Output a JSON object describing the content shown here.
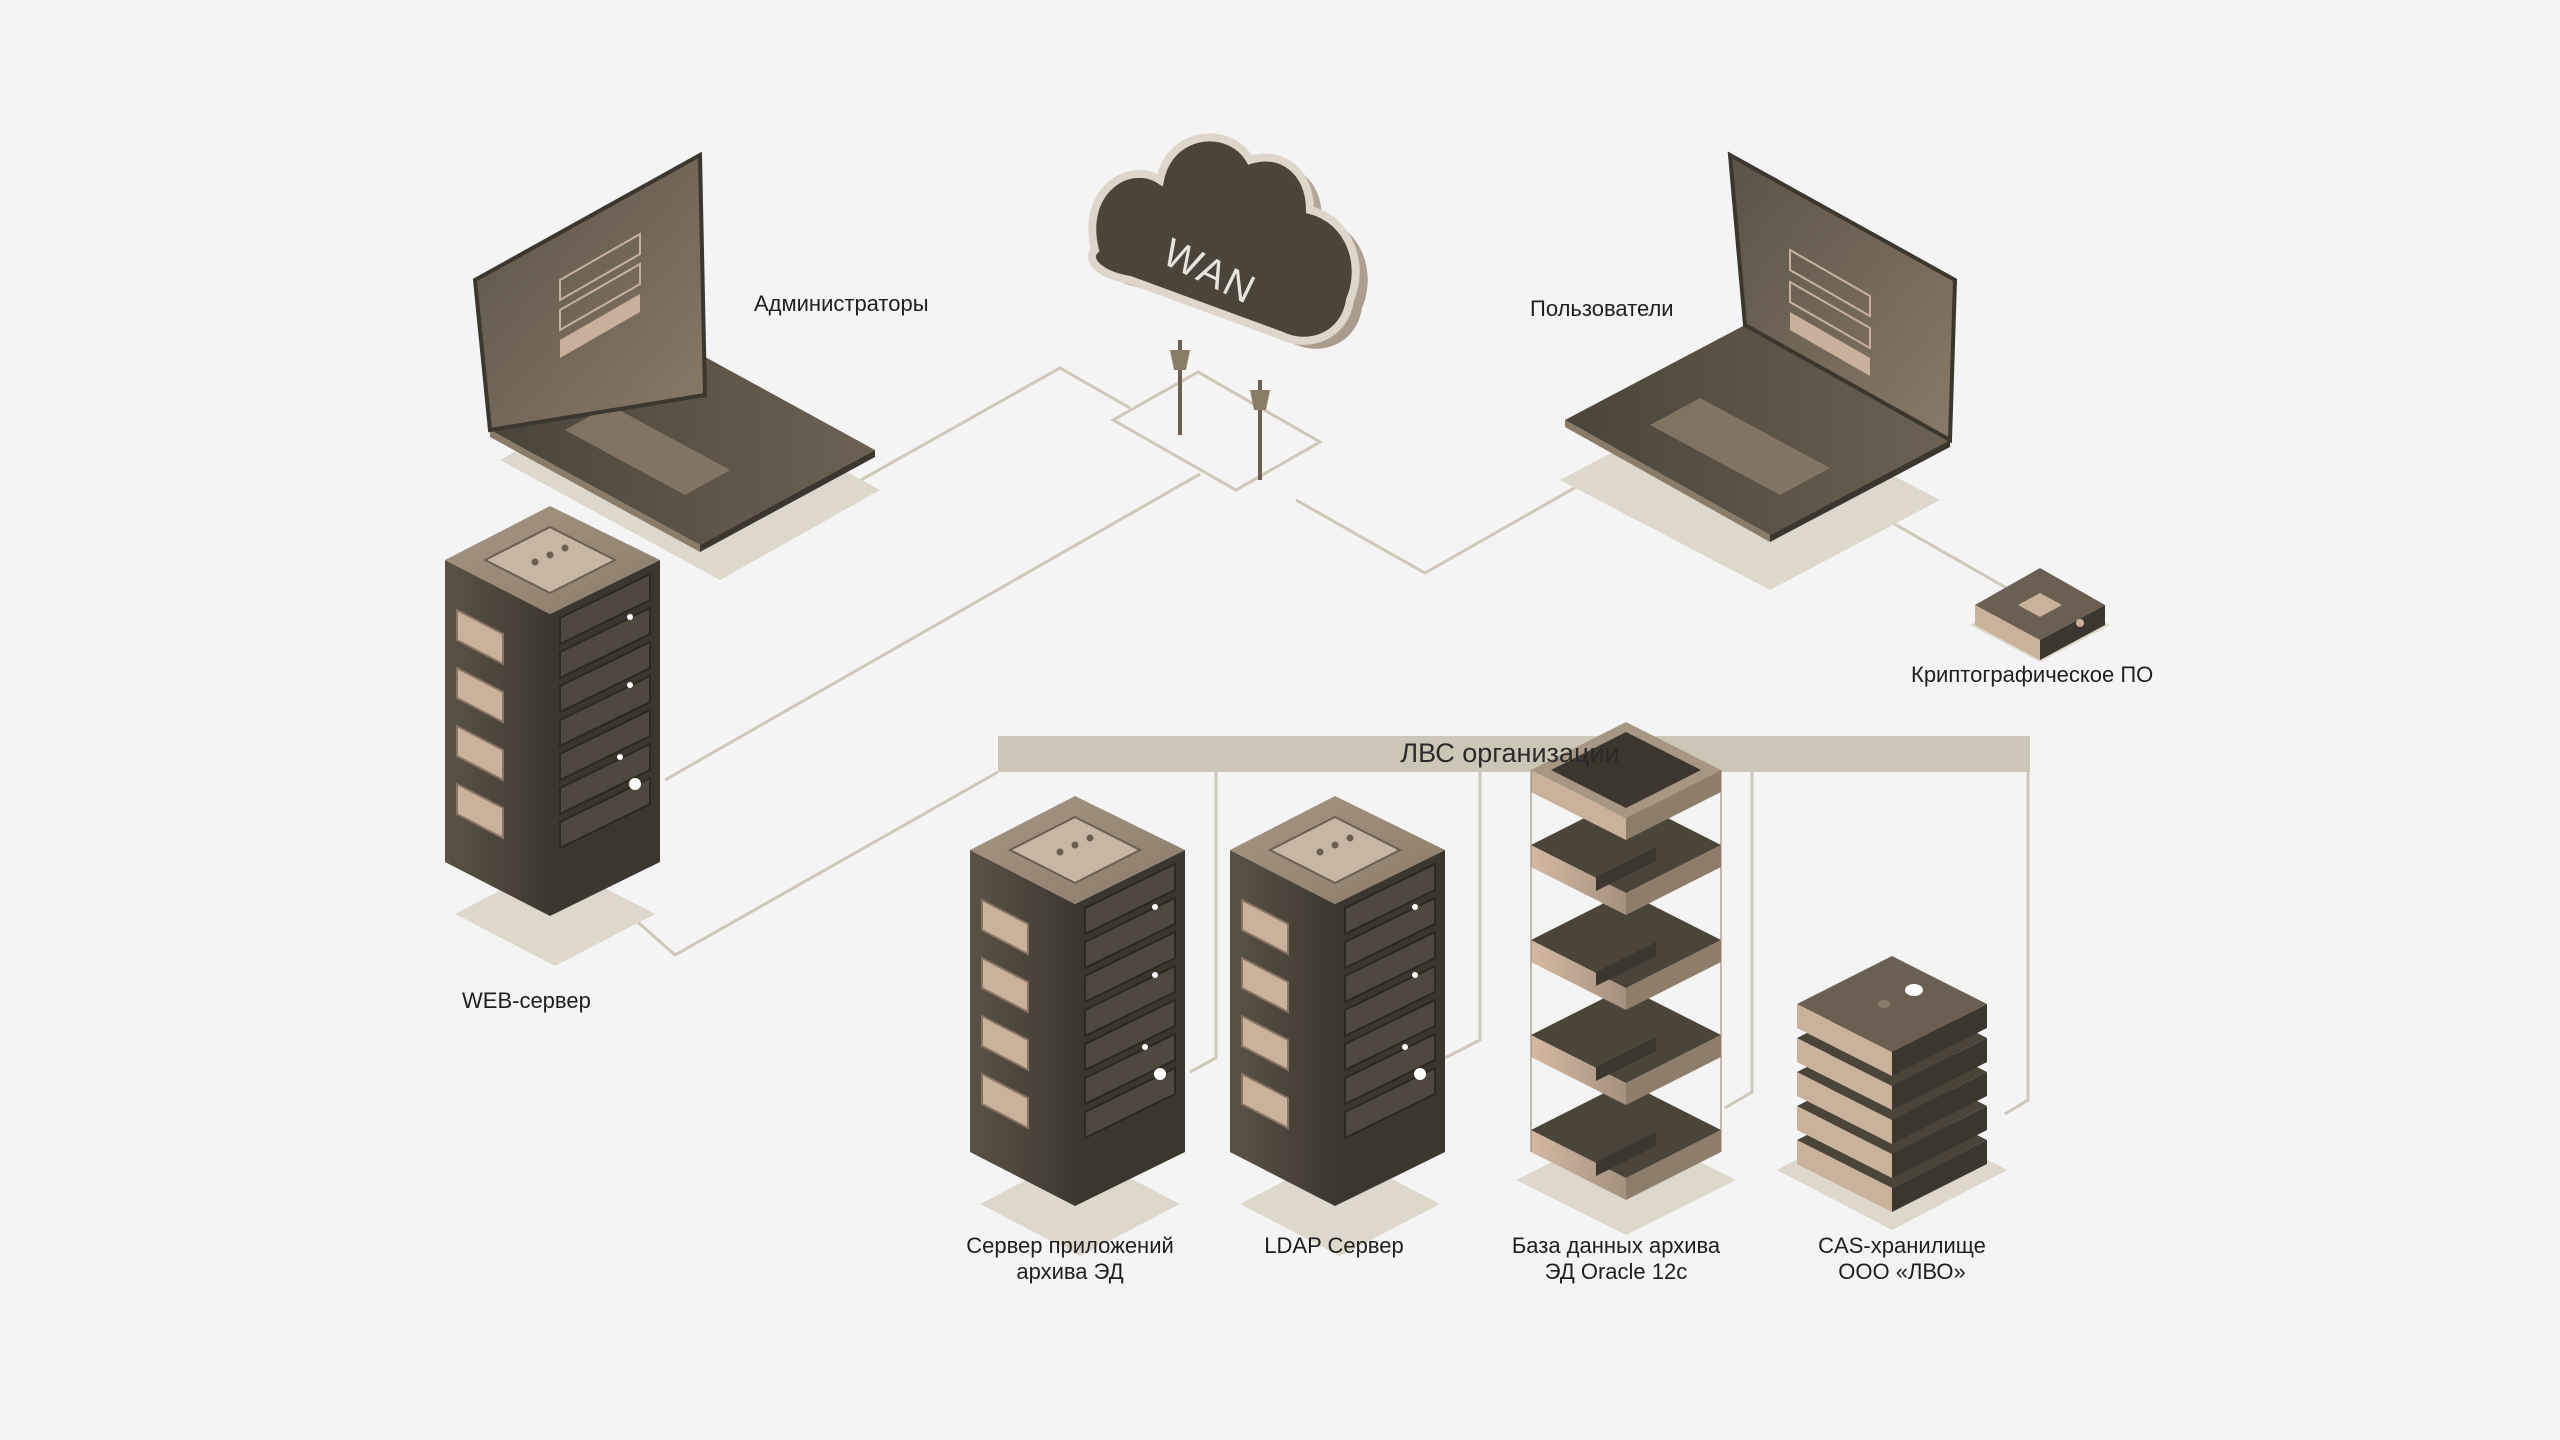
{
  "colors": {
    "background": "#f4f4f4",
    "line": "#cfc8b8",
    "lan_bar": "#ccc6b6",
    "dark": "#4a4439",
    "mid": "#8b7d6c",
    "light": "#c9b5a2",
    "shadow": "#ddd8cb"
  },
  "wan": {
    "label": "WAN"
  },
  "lan": {
    "label": "ЛВС организации"
  },
  "nodes": {
    "admins": {
      "label": "Администраторы",
      "icon": "laptop-icon"
    },
    "users": {
      "label": "Пользователи",
      "icon": "laptop-icon"
    },
    "crypto": {
      "label": "Криптографическое ПО",
      "icon": "crypto-device-icon"
    },
    "web_server": {
      "label": "WEB-сервер",
      "icon": "server-rack-icon"
    },
    "app_server": {
      "label_line1": "Сервер приложений",
      "label_line2": "архива ЭД",
      "icon": "server-rack-icon"
    },
    "ldap_server": {
      "label": "LDAP Сервер",
      "icon": "server-rack-icon"
    },
    "db": {
      "label_line1": "База данных архива",
      "label_line2": "ЭД Oracle 12c",
      "icon": "database-stack-icon"
    },
    "cas": {
      "label_line1": "CAS-хранилище",
      "label_line2": "ООО «ЛВО»",
      "icon": "storage-stack-icon"
    }
  }
}
